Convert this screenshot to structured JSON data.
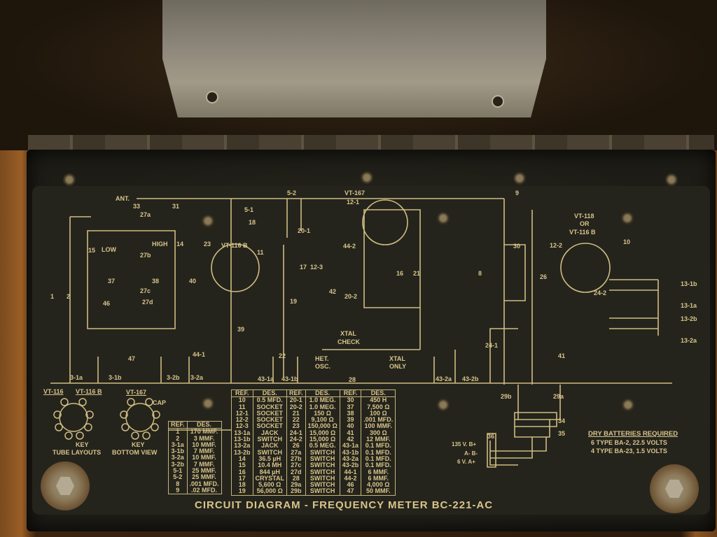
{
  "title": "CIRCUIT DIAGRAM - FREQUENCY METER BC-221-AC",
  "tube_layouts": {
    "vt116": "VT-116",
    "vt116b": "VT-116 B",
    "vt167": "VT-167",
    "cap": "CAP",
    "key1": "KEY",
    "key2": "KEY",
    "caption1": "TUBE LAYOUTS",
    "caption2": "BOTTOM VIEW"
  },
  "batteries": {
    "heading": "DRY BATTERIES REQUIRED",
    "line1": "6 TYPE BA-2, 22.5 VOLTS",
    "line2": "4 TYPE BA-23, 1.5 VOLTS"
  },
  "terminals": {
    "b_plus": "135 V. B+",
    "a_b_minus": "A- B-",
    "a_plus": "6 V. A+",
    "t34": "34",
    "t35": "35",
    "t36": "36"
  },
  "schematic_labels": [
    "ANT.",
    "33",
    "31",
    "5-1",
    "5-2",
    "18",
    "VT-116 B",
    "11",
    "23",
    "40",
    "27a",
    "27b",
    "27c",
    "27d",
    "LOW",
    "HIGH",
    "14",
    "15",
    "37",
    "38",
    "46",
    "1",
    "2",
    "20-1",
    "17",
    "12-3",
    "44-2",
    "42",
    "20-2",
    "19",
    "39",
    "22",
    "VT-167",
    "12-1",
    "16",
    "21",
    "30",
    "8",
    "26",
    "9",
    "VT-118",
    "OR",
    "VT-116 B",
    "12-2",
    "10",
    "24-2",
    "13-1b",
    "13-1a",
    "13-2b",
    "13-2a",
    "24-1",
    "41",
    "XTAL",
    "CHECK",
    "HET.",
    "OSC.",
    "XTAL",
    "ONLY",
    "28",
    "3-1a",
    "3-1b",
    "47",
    "3-2b",
    "44-1",
    "3-2a",
    "43-1a",
    "43-1b",
    "43-2a",
    "43-2b",
    "29b",
    "29a"
  ],
  "parts_table_small": {
    "headers": [
      "REF.",
      "DES."
    ],
    "rows": [
      [
        "1",
        "170 MMF."
      ],
      [
        "2",
        "3 MMF."
      ],
      [
        "3-1a",
        "10 MMF."
      ],
      [
        "3-1b",
        "7 MMF."
      ],
      [
        "3-2a",
        "10 MMF."
      ],
      [
        "3-2b",
        "7 MMF."
      ],
      [
        "5-1",
        "25 MMF."
      ],
      [
        "5-2",
        "25 MMF."
      ],
      [
        "8",
        ".001 MFD."
      ],
      [
        "9",
        ".02 MFD."
      ]
    ]
  },
  "parts_table_large": {
    "headers": [
      "REF.",
      "DES.",
      "REF.",
      "DES.",
      "REF.",
      "DES."
    ],
    "rows": [
      [
        "10",
        "0.5 MFD.",
        "20-1",
        "1.0 MEG.",
        "30",
        "450 H"
      ],
      [
        "11",
        "SOCKET",
        "20-2",
        "1.0 MEG.",
        "37",
        "7,500 Ω"
      ],
      [
        "12-1",
        "SOCKET",
        "21",
        "150 Ω",
        "38",
        "100 Ω"
      ],
      [
        "12-2",
        "SOCKET",
        "22",
        "9,100 Ω",
        "39",
        ".001 MFD."
      ],
      [
        "12-3",
        "SOCKET",
        "23",
        "150,000 Ω",
        "40",
        "100 MMF."
      ],
      [
        "13-1a",
        "JACK",
        "24-1",
        "15,000 Ω",
        "41",
        "300 Ω"
      ],
      [
        "13-1b",
        "SWITCH",
        "24-2",
        "15,000 Ω",
        "42",
        "12 MMF."
      ],
      [
        "13-2a",
        "JACK",
        "26",
        "0.5 MEG.",
        "43-1a",
        "0.1 MFD."
      ],
      [
        "13-2b",
        "SWITCH",
        "27a",
        "SWITCH",
        "43-1b",
        "0.1 MFD."
      ],
      [
        "14",
        "36.5 µH",
        "27b",
        "SWITCH",
        "43-2a",
        "0.1 MFD."
      ],
      [
        "15",
        "10.4 MH",
        "27c",
        "SWITCH",
        "43-2b",
        "0.1 MFD."
      ],
      [
        "16",
        "844 µH",
        "27d",
        "SWITCH",
        "44-1",
        "6 MMF."
      ],
      [
        "17",
        "CRYSTAL",
        "28",
        "SWITCH",
        "44-2",
        "6 MMF."
      ],
      [
        "18",
        "5,600 Ω",
        "29a",
        "SWITCH",
        "46",
        "4,000 Ω"
      ],
      [
        "19",
        "56,000 Ω",
        "29b",
        "SWITCH",
        "47",
        "50 MMF."
      ]
    ]
  },
  "colors": {
    "silkscreen": "#d9c48a",
    "plate": "#24241d",
    "wood": "#8a5522"
  }
}
